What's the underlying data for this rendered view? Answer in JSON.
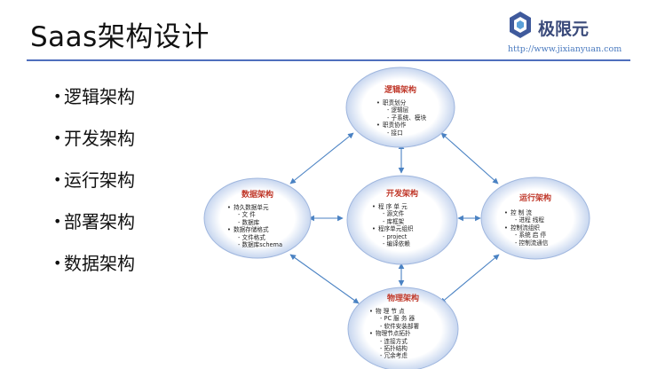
{
  "slide": {
    "title": "Saas架构设计",
    "logo": {
      "brand": "极限元",
      "url": "http://www.jixianyuan.com"
    },
    "bullets": [
      "逻辑架构",
      "开发架构",
      "运行架构",
      "部署架构",
      "数据架构"
    ]
  },
  "diagram": {
    "nodes": {
      "logic": {
        "title": "逻辑架构",
        "items": [
          {
            "text": "职责划分",
            "level": 1
          },
          {
            "text": "逻辑层",
            "level": 2
          },
          {
            "text": "子系统、模块",
            "level": 2
          },
          {
            "text": "职责协作",
            "level": 1
          },
          {
            "text": "接口",
            "level": 2
          }
        ]
      },
      "data": {
        "title": "数据架构",
        "items": [
          {
            "text": "持久数据单元",
            "level": 1
          },
          {
            "text": "文    件",
            "level": 2
          },
          {
            "text": "数据库",
            "level": 2
          },
          {
            "text": "数据存储格式",
            "level": 1
          },
          {
            "text": "文件格式",
            "level": 2
          },
          {
            "text": "数据库schema",
            "level": 2
          }
        ]
      },
      "dev": {
        "title": "开发架构",
        "items": [
          {
            "text": "程  序  单  元",
            "level": 1
          },
          {
            "text": "源文件",
            "level": 2
          },
          {
            "text": "库框架",
            "level": 2
          },
          {
            "text": "程序单元组织",
            "level": 1
          },
          {
            "text": "project",
            "level": 2
          },
          {
            "text": "编译依赖",
            "level": 2
          }
        ]
      },
      "run": {
        "title": "运行架构",
        "items": [
          {
            "text": "控  制  流",
            "level": 1
          },
          {
            "text": "进程 线程",
            "level": 2
          },
          {
            "text": "控制流组织",
            "level": 1
          },
          {
            "text": "系统 启 停",
            "level": 2
          },
          {
            "text": "控制流通信",
            "level": 2
          }
        ]
      },
      "deploy": {
        "title": "物理架构",
        "items": [
          {
            "text": "物    理    节    点",
            "level": 1
          },
          {
            "text": "PC  服 务 器",
            "level": 2
          },
          {
            "text": "软件安装部署",
            "level": 2
          },
          {
            "text": "物理节点拓扑",
            "level": 1
          },
          {
            "text": "连接方式",
            "level": 2
          },
          {
            "text": "拓扑结构",
            "level": 2
          },
          {
            "text": "冗余考虑",
            "level": 2
          }
        ]
      }
    }
  }
}
